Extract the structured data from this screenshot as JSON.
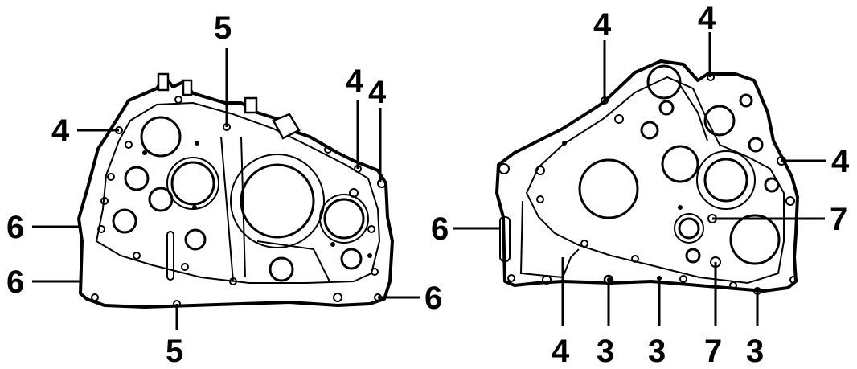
{
  "left_case": {
    "callouts": [
      "5",
      "4",
      "4",
      "4",
      "6",
      "6",
      "5",
      "6"
    ]
  },
  "right_case": {
    "callouts": [
      "4",
      "4",
      "4",
      "6",
      "7",
      "4",
      "3",
      "3",
      "7",
      "3"
    ]
  }
}
